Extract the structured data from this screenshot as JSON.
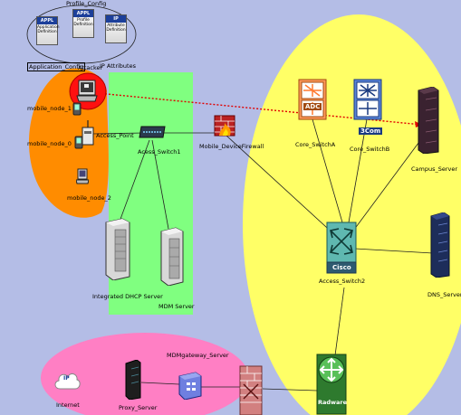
{
  "diagram": {
    "config": {
      "profile_title": "Profile_Config",
      "app": {
        "badge": "APPL",
        "text": "Application Definition",
        "label": "Application_Config"
      },
      "profile": {
        "badge": "APPL",
        "text": "Profile Definition"
      },
      "ip": {
        "badge": "IP",
        "text": "Attribute Definition",
        "label": "IP Attributes"
      }
    },
    "nodes": {
      "attacker": "Attacker",
      "mobile1": "mobile_node_1",
      "mobile0": "mobile_node_0",
      "mobile2": "mobile_node_2",
      "access_point": "Access_Point",
      "access_switch1": "Acess_Switch1",
      "firewall": "Mobile_DeviceFirewall",
      "core_switch_a": "Core_SwitchA",
      "core_switch_b": "Core_SwitchB",
      "campus_server": "Campus_Server",
      "access_switch2": "Access_Switch2",
      "dhcp_server": "Integrated DHCP Server",
      "mdm_server": "MDM Server",
      "dns_server": "DNS_Server",
      "internet": "Internet",
      "proxy_server": "Proxy_Server",
      "mdm_gateway": "MDMgateway_Server",
      "radware": "Radware"
    },
    "icon_text": {
      "adc": "ADC",
      "three_com": "3Com",
      "cisco": "Cisco",
      "radware": "Radware",
      "ip": "IP"
    },
    "colors": {
      "background": "#b4bde6",
      "mobile_zone": "#ff8c00",
      "access_zone": "#80ff80",
      "core_zone": "#ffff66",
      "internet_zone": "#ff7fc4",
      "attack_path": "#e00000",
      "attacker_highlight": "#ff1010"
    }
  }
}
